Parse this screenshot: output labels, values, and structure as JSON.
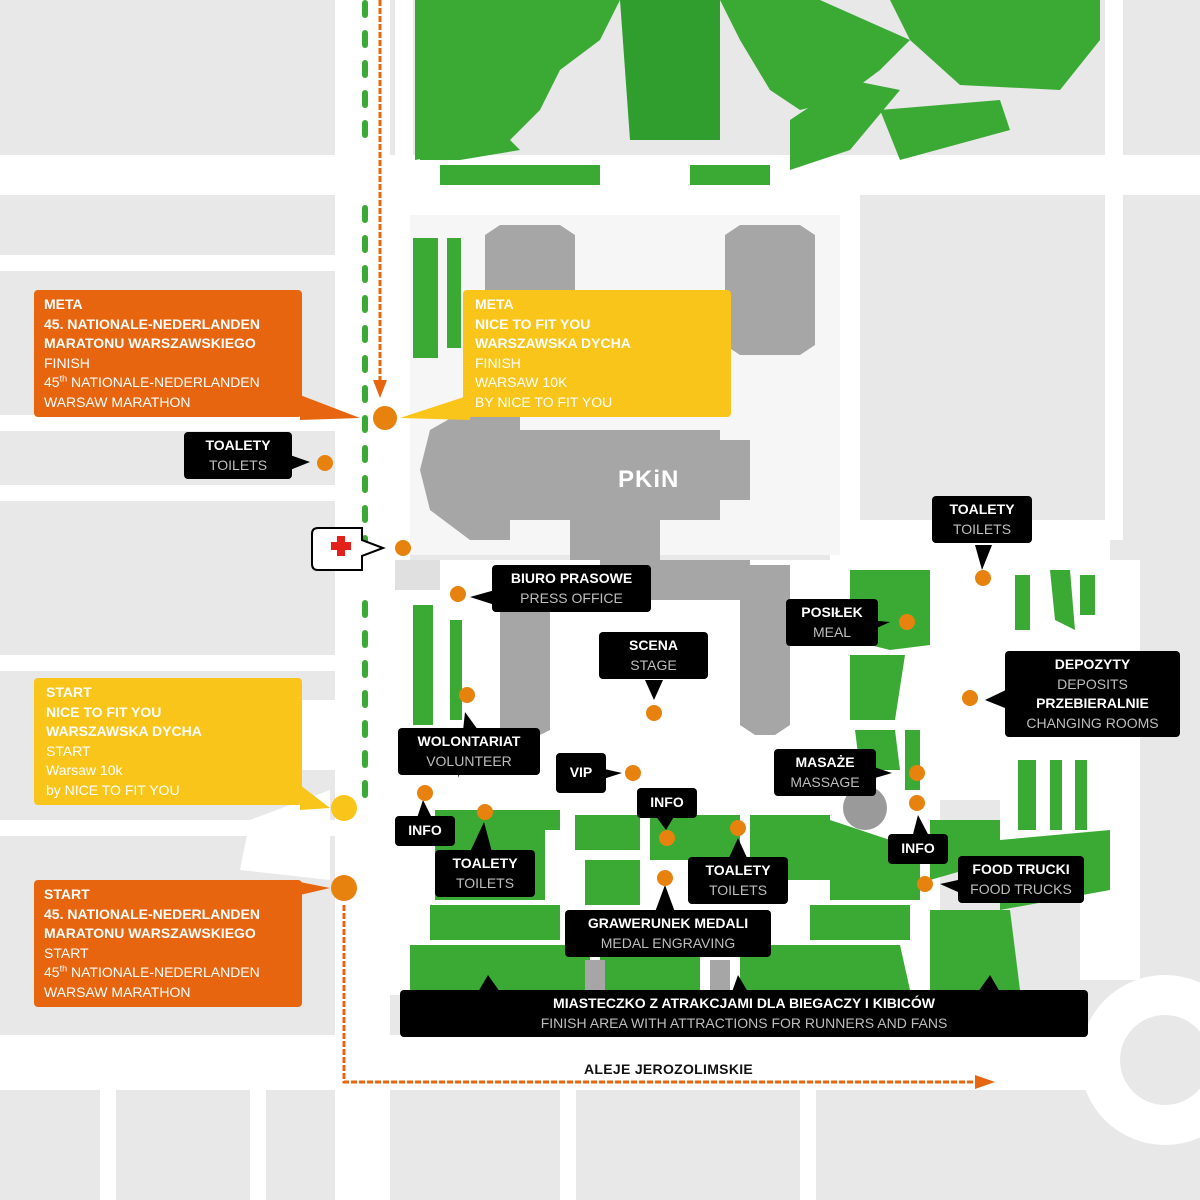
{
  "map_label": "PKiN",
  "street_label": "ALEJE JEROZOLIMSKIE",
  "colors": {
    "background": "#e8e8e8",
    "road": "#ffffff",
    "green": "#3aaa35",
    "building": "#a6a6a6",
    "orange": "#e8650f",
    "yellow": "#f9c51a",
    "label_bg": "#000000",
    "point": "#e8820e"
  },
  "icons": {
    "first_aid": "red-cross-icon",
    "points": "orange-dot-icon",
    "route": "arrow-icon"
  },
  "callouts": {
    "finish_marathon": {
      "l1": "META",
      "l2": "45. NATIONALE-NEDERLANDEN",
      "l3": "MARATONU WARSZAWSKIEGO",
      "l4": "FINISH",
      "l5a": "45",
      "l5sup": "th",
      "l5b": " NATIONALE-NEDERLANDEN",
      "l6": "WARSAW MARATHON"
    },
    "finish_10k": {
      "l1": "META",
      "l2": "NICE TO FIT YOU",
      "l3": "WARSZAWSKA DYCHA",
      "l4": "FINISH",
      "l5": "WARSAW 10K",
      "l6": "BY NICE TO FIT YOU"
    },
    "start_10k": {
      "l1": "START",
      "l2": "NICE TO FIT YOU",
      "l3": "WARSZAWSKA DYCHA",
      "l4": "START",
      "l5": "Warsaw 10k",
      "l6": "by NICE TO FIT YOU"
    },
    "start_marathon": {
      "l1": "START",
      "l2": "45. NATIONALE-NEDERLANDEN",
      "l3": "MARATONU WARSZAWSKIEGO",
      "l4": "START",
      "l5a": "45",
      "l5sup": "th",
      "l5b": " NATIONALE-NEDERLANDEN",
      "l6": "WARSAW MARATHON"
    }
  },
  "labels": {
    "toilets_left": {
      "pl": "TOALETY",
      "en": "TOILETS"
    },
    "toilets_right": {
      "pl": "TOALETY",
      "en": "TOILETS"
    },
    "press_office": {
      "pl": "BIURO PRASOWE",
      "en": "PRESS OFFICE"
    },
    "meal": {
      "pl": "POSIŁEK",
      "en": "MEAL"
    },
    "stage": {
      "pl": "SCENA",
      "en": "STAGE"
    },
    "deposits": {
      "pl": "DEPOZYTY",
      "en": "DEPOSITS",
      "pl2": "PRZEBIERALNIE",
      "en2": "CHANGING ROOMS"
    },
    "volunteer": {
      "pl": "WOLONTARIAT",
      "en": "VOLUNTEER"
    },
    "vip": {
      "pl": "VIP"
    },
    "massage": {
      "pl": "MASAŻE",
      "en": "MASSAGE"
    },
    "info_left": {
      "pl": "INFO"
    },
    "info_center": {
      "pl": "INFO"
    },
    "info_right": {
      "pl": "INFO"
    },
    "toilets_bottom_left": {
      "pl": "TOALETY",
      "en": "TOILETS"
    },
    "toilets_bottom_center": {
      "pl": "TOALETY",
      "en": "TOILETS"
    },
    "food_trucks": {
      "pl": "FOOD TRUCKI",
      "en": "FOOD TRUCKS"
    },
    "medal_engraving": {
      "pl": "GRAWERUNEK MEDALI",
      "en": "MEDAL ENGRAVING"
    },
    "finish_area": {
      "pl": "MIASTECZKO Z ATRAKCJAMI DLA BIEGACZY I KIBICÓW",
      "en": "FINISH AREA WITH ATTRACTIONS FOR RUNNERS AND FANS"
    }
  }
}
